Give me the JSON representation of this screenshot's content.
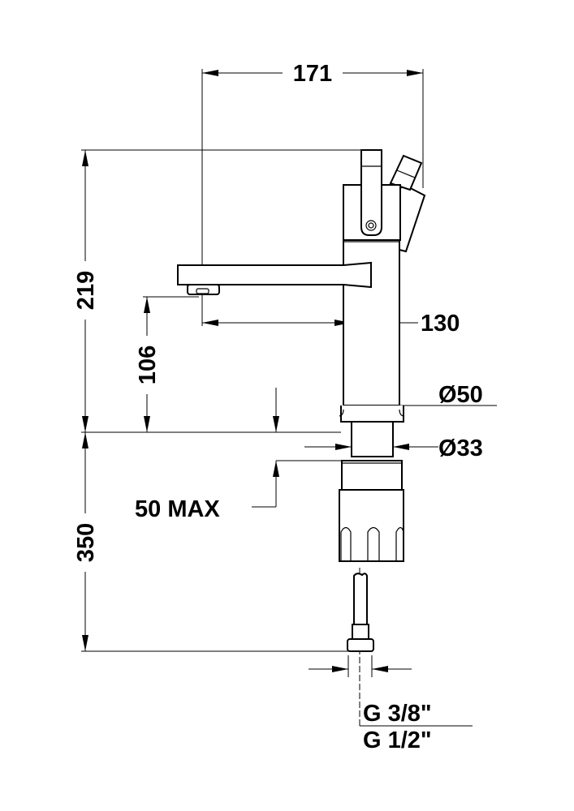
{
  "drawing": {
    "title": "Faucet dimensional drawing",
    "dimensions": {
      "overall_width": "171",
      "overall_height": "219",
      "spout_height": "106",
      "spout_reach": "130",
      "body_diameter": "Ø50",
      "shank_diameter": "Ø33",
      "max_deck_thickness": "50 MAX",
      "hose_length": "350"
    },
    "connections": {
      "thread_1": "G 3/8\"",
      "thread_2": "G 1/2\""
    },
    "colors": {
      "line": "#000000",
      "background": "#ffffff"
    }
  }
}
